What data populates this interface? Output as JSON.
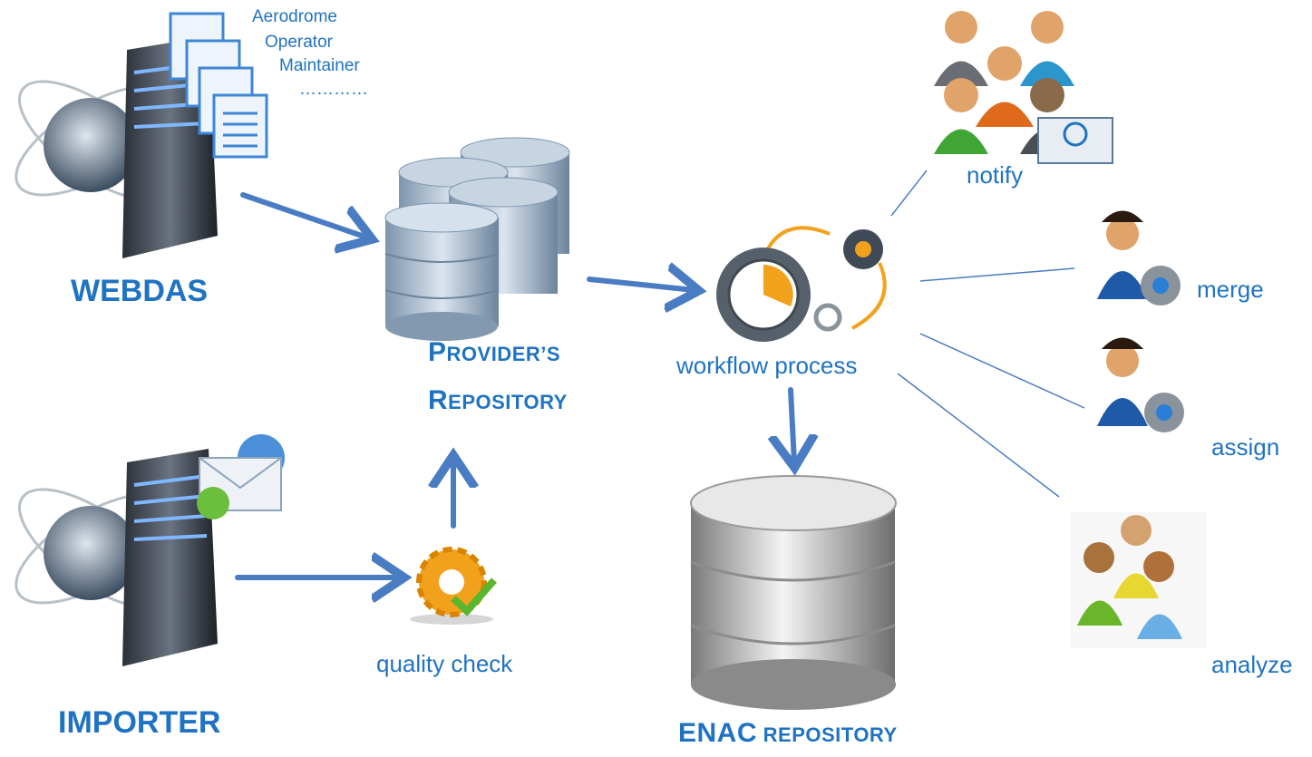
{
  "nodes": {
    "webdas": {
      "label": "WEBDAS"
    },
    "importer": {
      "label": "IMPORTER"
    },
    "providers_repository": {
      "line1_cap": "P",
      "line1_rest": "ROVIDER’S",
      "line2_cap": "R",
      "line2_rest": "EPOSITORY"
    },
    "enac_repository": {
      "cap": "ENAC",
      "rest": "REPOSITORY"
    },
    "workflow": {
      "label": "workflow process"
    },
    "quality_check": {
      "label": "quality check"
    }
  },
  "roles": [
    "Aerodrome",
    "Operator",
    "Maintainer",
    "…………"
  ],
  "actions": {
    "notify": "notify",
    "merge": "merge",
    "assign": "assign",
    "analyze": "analyze"
  },
  "colors": {
    "accent": "#1f73c2",
    "arrow": "#4a7cc4",
    "gear_orange": "#f2a11c"
  }
}
